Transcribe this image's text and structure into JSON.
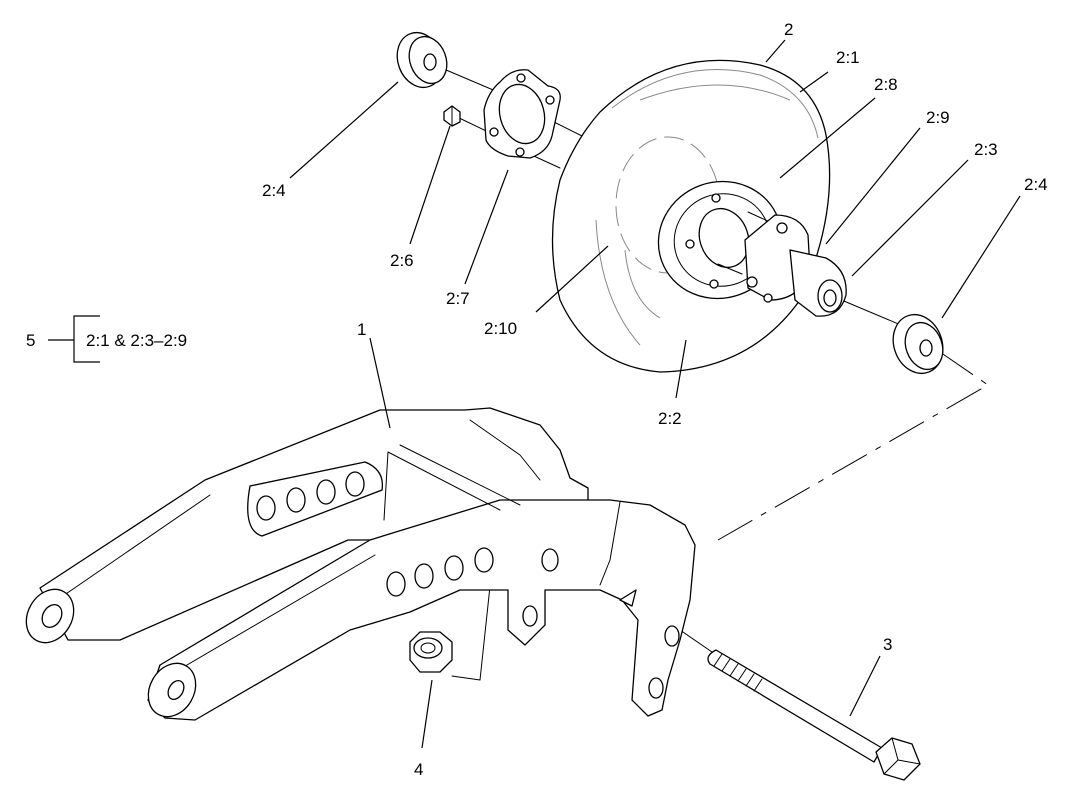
{
  "callouts": {
    "wheel": "2",
    "tire": "2:1",
    "rim_half_front": "2:2",
    "hub": "2:3",
    "bearing_top": "2:4",
    "bearing_right": "2:4",
    "nut_small": "2:6",
    "plate": "2:7",
    "flange": "2:8",
    "bolt_stud": "2:9",
    "rim_half_back": "2:10",
    "arm": "1",
    "bolt": "3",
    "locknut": "4",
    "kit": "5"
  },
  "kit_bracket": {
    "label": "2:1 & 2:3–2:9"
  }
}
